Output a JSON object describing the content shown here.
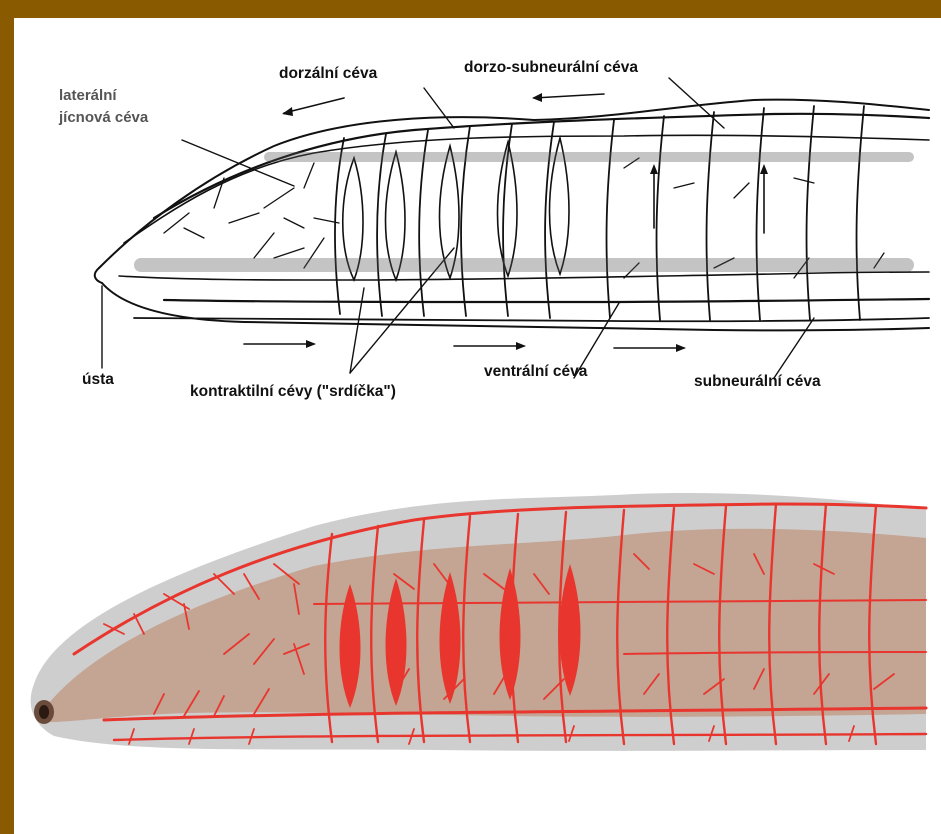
{
  "top_diagram": {
    "labels": {
      "dorsal": "dorzální céva",
      "dorso_subneural": "dorzo-subneurální céva",
      "lateral_line1": "laterální",
      "lateral_line2": "jícnová céva",
      "mouth": "ústa",
      "contractile": "kontraktilní cévy (\"srdíčka\")",
      "ventral": "ventrální céva",
      "subneural": "subneurální céva"
    }
  },
  "colors": {
    "frame": "#8a5a00",
    "vessel_red": "#e8362e",
    "worm_body": "#c8aa98",
    "worm_shadow": "#b5b5b5"
  }
}
